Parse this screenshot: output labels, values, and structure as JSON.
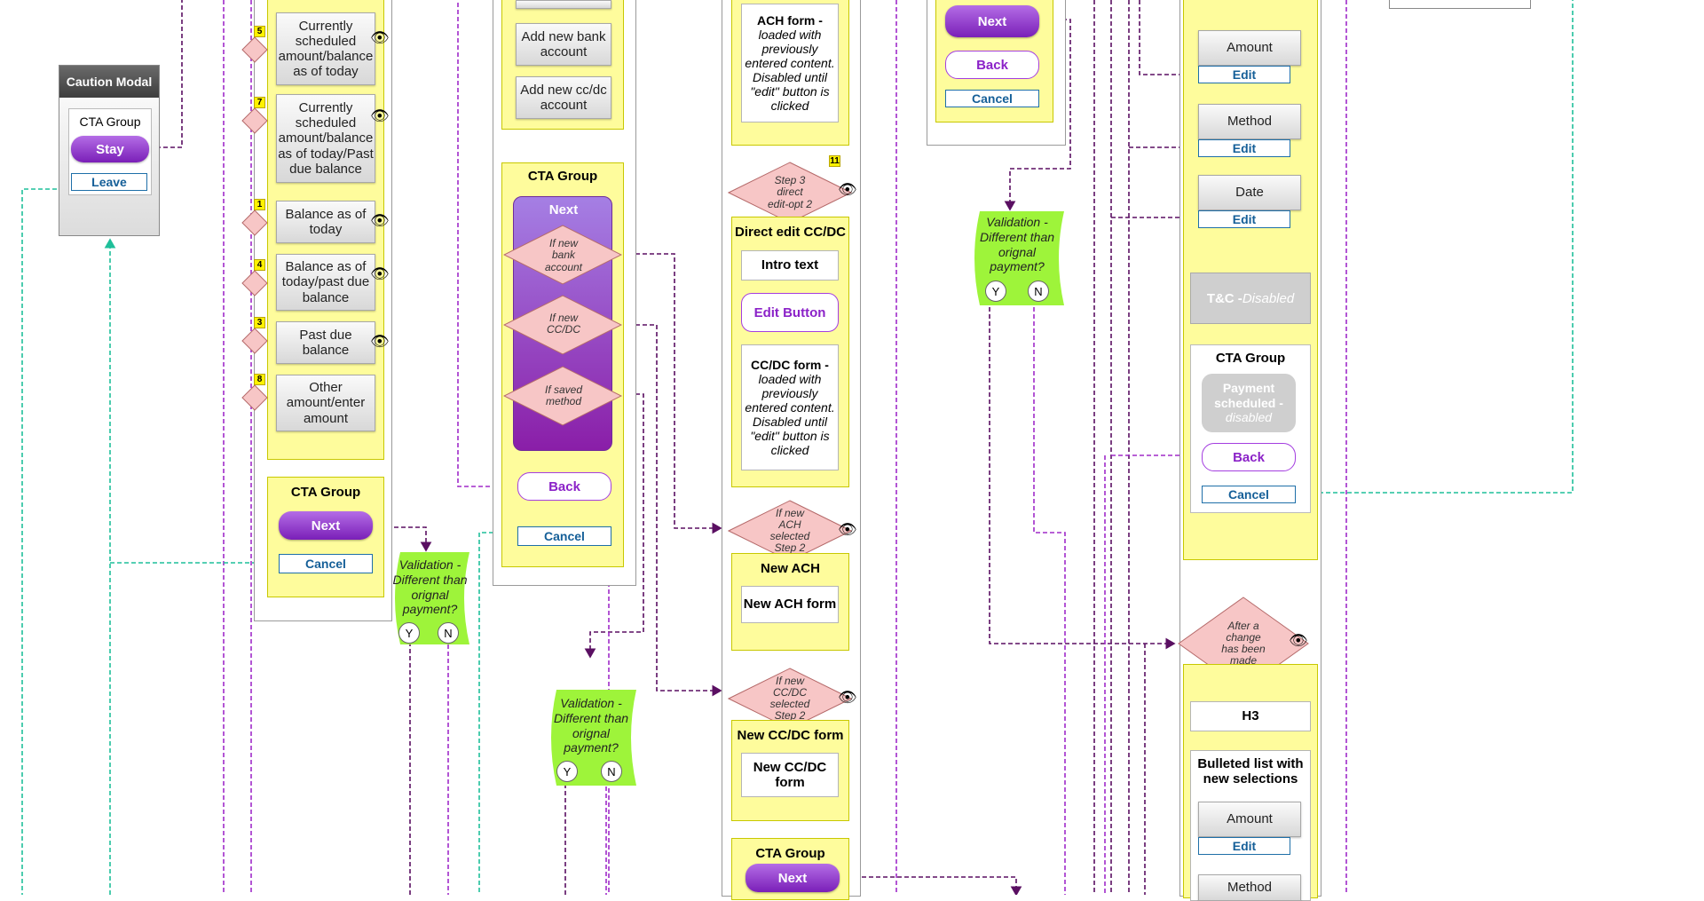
{
  "caution_modal": {
    "title": "Caution Modal",
    "cta_group": "CTA Group",
    "stay": "Stay",
    "leave": "Leave"
  },
  "col1": {
    "options": [
      {
        "badge": "5",
        "label": "Currently scheduled amount/balance as of today"
      },
      {
        "badge": "7",
        "label": "Currently scheduled amount/balance as of today/Past due balance"
      },
      {
        "badge": "1",
        "label": "Balance as of today"
      },
      {
        "badge": "4",
        "label": "Balance as of today/past due balance"
      },
      {
        "badge": "3",
        "label": "Past due balance"
      },
      {
        "badge": "8",
        "label": "Other amount/enter amount"
      }
    ],
    "cta_title": "CTA Group",
    "next": "Next",
    "cancel": "Cancel"
  },
  "col2": {
    "add_bank": "Add new bank account",
    "add_card": "Add new cc/dc account",
    "cta_title": "CTA Group",
    "next": "Next",
    "d_bank": "If new bank account",
    "d_card": "If new CC/DC",
    "d_saved": "If saved method",
    "back": "Back",
    "cancel": "Cancel"
  },
  "col3": {
    "ach_form": "ACH form -",
    "ach_form_italic": "loaded with previously entered content. Disabled until \"edit\" button is clicked",
    "step3_badge": "11",
    "step3": "Step 3 direct edit-opt 2",
    "direct_title": "Direct edit CC/DC",
    "intro": "Intro text",
    "edit_button": "Edit Button",
    "cc_form": "CC/DC form -",
    "cc_form_italic": "loaded with previously entered content. Disabled until \"edit\" button is clicked",
    "d_ach": "If new ACH selected Step 2",
    "new_ach_title": "New ACH",
    "new_ach_form": "New ACH form",
    "d_cc": "If new CC/DC selected Step 2",
    "new_cc_title": "New CC/DC form",
    "new_cc_form": "New CC/DC form",
    "cta_title": "CTA Group",
    "next": "Next"
  },
  "col4": {
    "next": "Next",
    "back": "Back",
    "cancel": "Cancel"
  },
  "validation": {
    "heading": "Validation -",
    "question": "Different than orignal payment?",
    "yes": "Y",
    "no": "N"
  },
  "col5": {
    "amount": "Amount",
    "method": "Method",
    "date": "Date",
    "edit": "Edit",
    "tc": "T&C - ",
    "tc_italic": "Disabled",
    "cta_title": "CTA Group",
    "payment_scheduled": "Payment scheduled -",
    "payment_scheduled_italic": "disabled",
    "back": "Back",
    "cancel": "Cancel",
    "d_change": "After a change has been made",
    "h3": "H3",
    "bulleted": "Bulleted list with new selections",
    "amount2": "Amount",
    "edit2": "Edit",
    "method2": "Method"
  },
  "icons": {
    "eye": "eye-icon"
  },
  "colors": {
    "dark_connector": "#5a0f62",
    "purple_connector": "#a02bc9",
    "teal_connector": "#1fbf9a",
    "sticky_yellow": "#fefc9c",
    "decision_pink": "#f7c6c6",
    "validation_green": "#9ef43a"
  }
}
